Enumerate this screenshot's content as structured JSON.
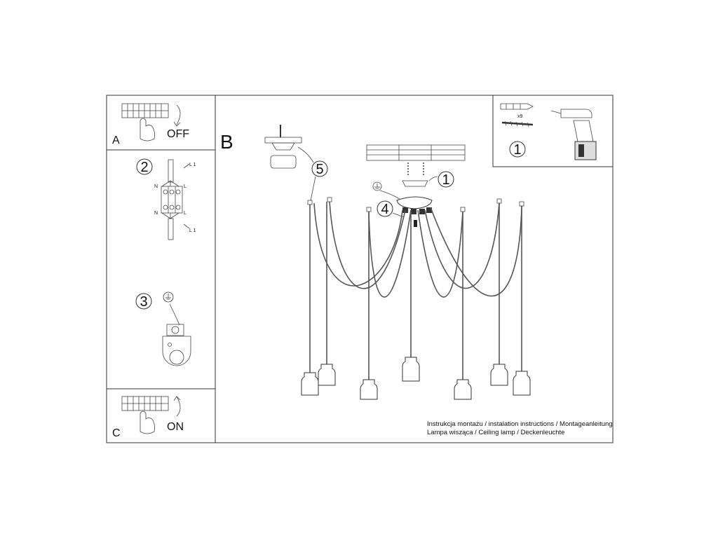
{
  "panels": {
    "a": {
      "letter": "A",
      "action": "OFF"
    },
    "c": {
      "letter": "C",
      "action": "ON"
    },
    "b": {
      "letter": "B"
    }
  },
  "steps": {
    "s1_tools": "1",
    "s1_mount": "1",
    "s2": "2",
    "s3": "3",
    "s4": "4",
    "s5": "5"
  },
  "wiring_labels": {
    "n_top": "N",
    "l_top": "L",
    "l1_top": "L 1",
    "n_bottom": "N",
    "l_bottom": "L",
    "l1_bottom": "L 1"
  },
  "tools": {
    "anchor_count": "x9"
  },
  "caption": {
    "line1": "Instrukcja montażu / instalation instructions / Montageanleitung",
    "line2": "Lampa wisząca / Ceiling lamp / Deckenleuchte"
  },
  "colors": {
    "line": "#333333",
    "cord": "#555555",
    "background": "#ffffff"
  }
}
